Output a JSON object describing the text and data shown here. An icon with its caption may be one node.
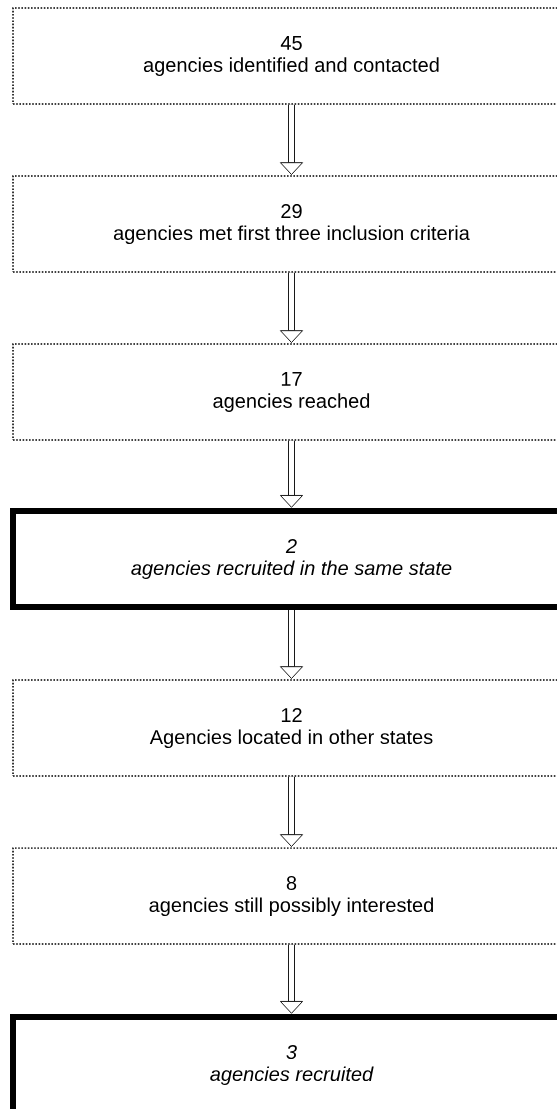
{
  "diagram": {
    "nodes": [
      {
        "text": [
          "45",
          "agencies identified and contacted"
        ]
      },
      {
        "text": [
          "29",
          "agencies met first three inclusion criteria"
        ]
      },
      {
        "text": [
          "17",
          "agencies reached"
        ]
      },
      {
        "text": [
          "2",
          "agencies recruited in the same state"
        ]
      },
      {
        "text": [
          "12",
          "Agencies located in other states"
        ]
      },
      {
        "text": [
          "8",
          "agencies still possibly interested"
        ]
      },
      {
        "text": [
          "3",
          "agencies recruited"
        ]
      }
    ],
    "edges": [
      {
        "from": 0,
        "to": 1,
        "arrow": "to"
      },
      {
        "from": 1,
        "to": 2,
        "arrow": "to"
      },
      {
        "from": 2,
        "to": 3,
        "arrow": "to"
      },
      {
        "from": 3,
        "to": 4,
        "arrow": "to"
      },
      {
        "from": 4,
        "to": 5,
        "arrow": "to"
      },
      {
        "from": 5,
        "to": 6,
        "arrow": "to"
      }
    ]
  }
}
